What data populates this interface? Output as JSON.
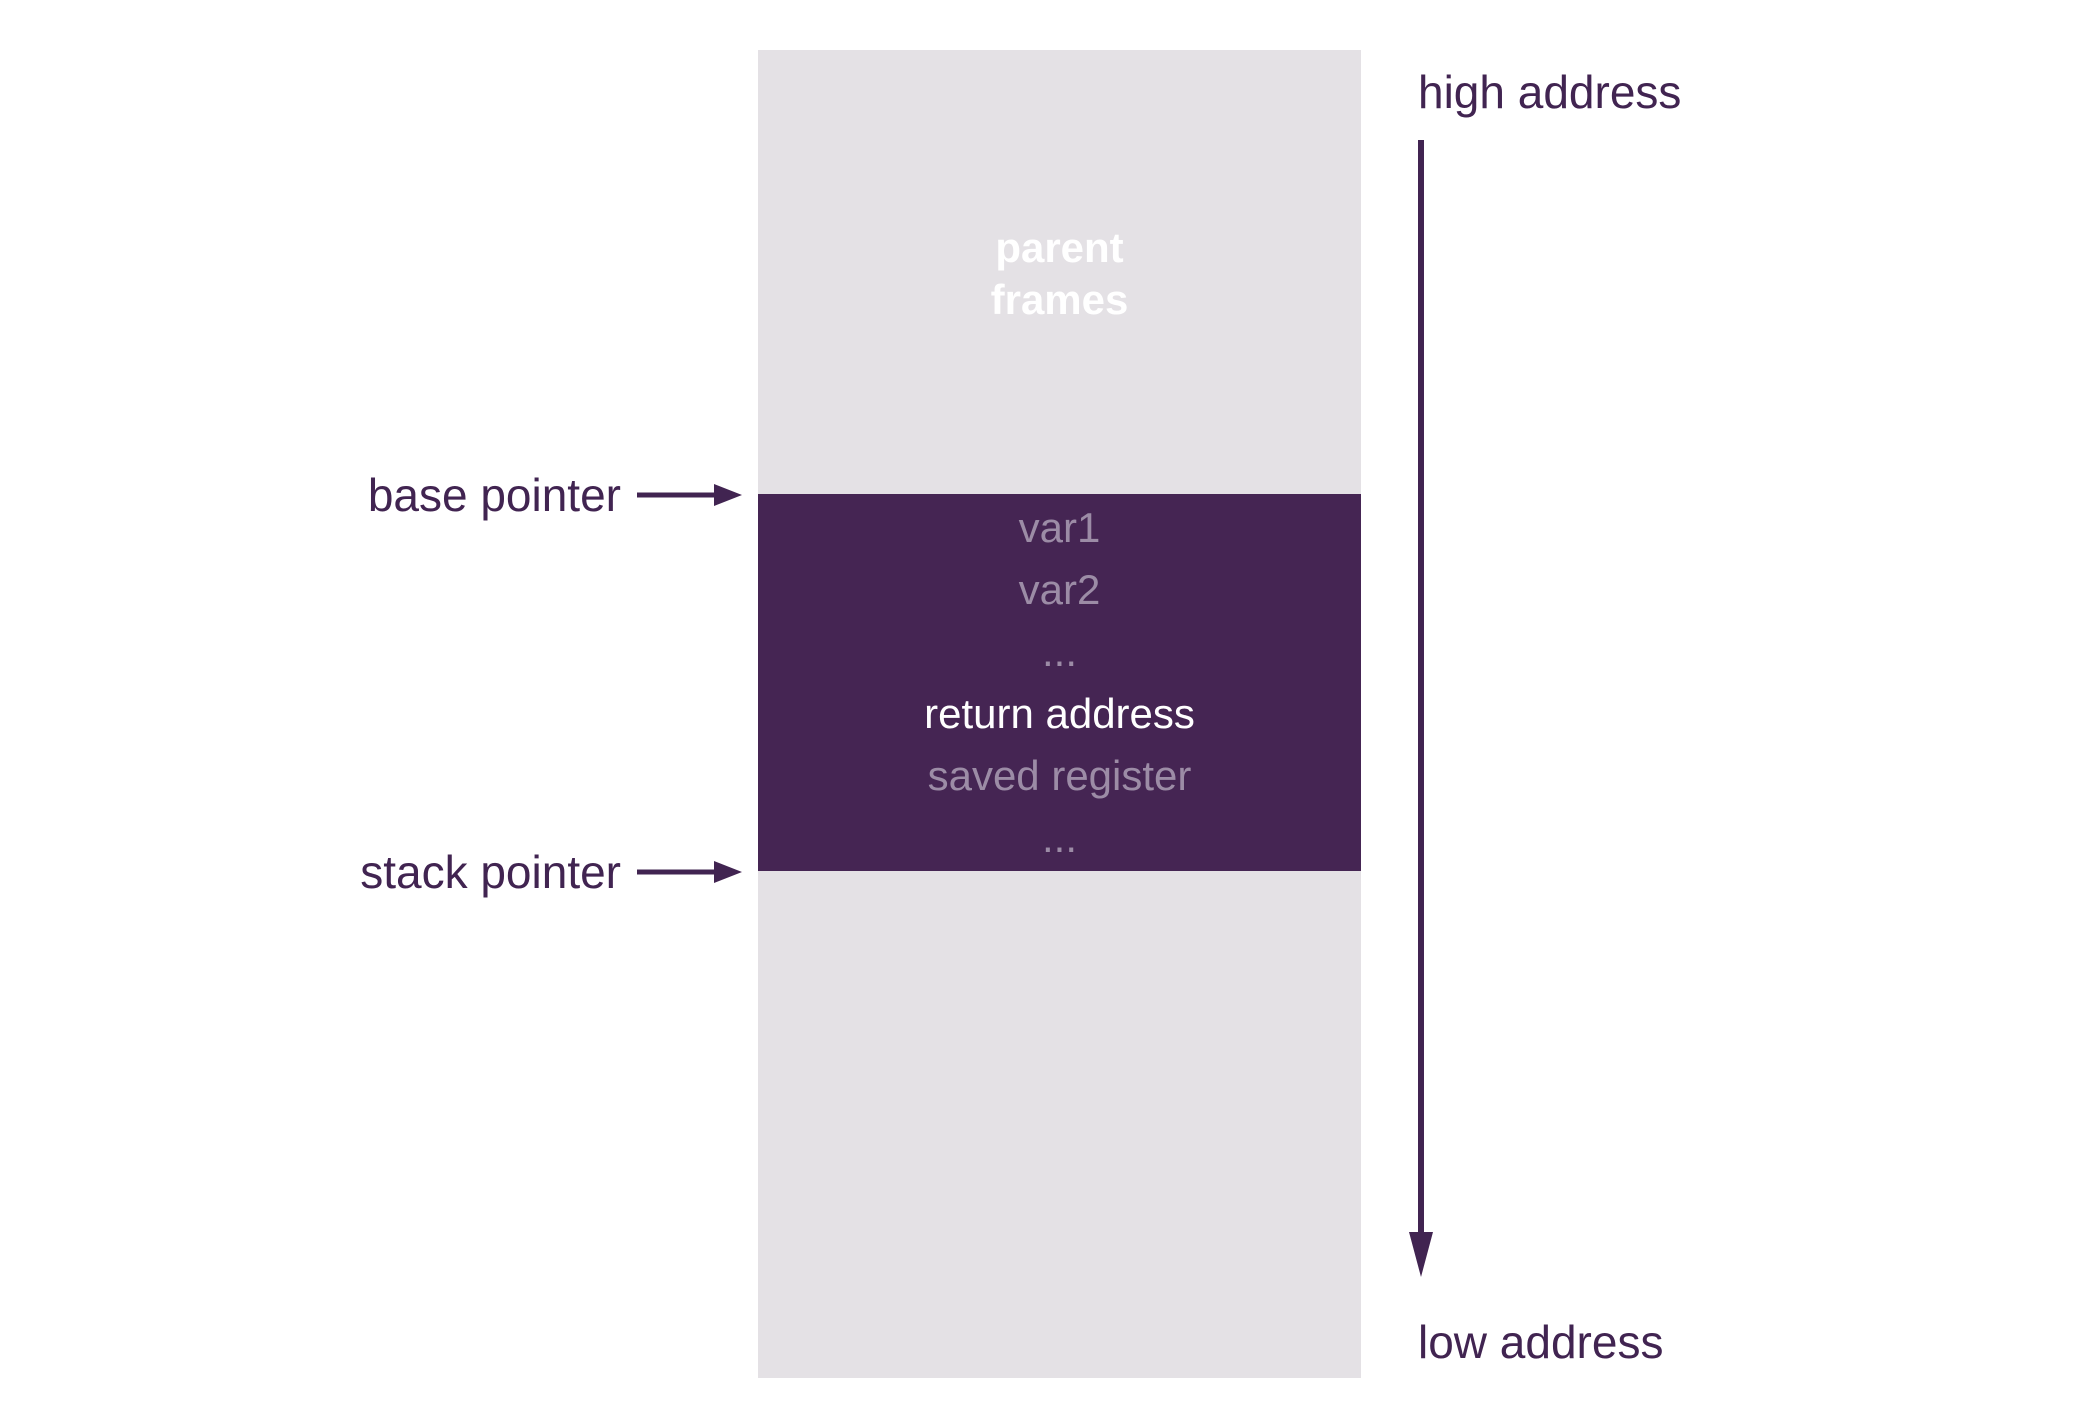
{
  "colors": {
    "bg": "#ffffff",
    "gray": "#e4e1e5",
    "purple": "#452553",
    "ink": "#412451",
    "muted": "#9c8ca6",
    "bright": "#ffffff"
  },
  "stack": {
    "parent_frames": {
      "line1": "parent",
      "line2": "frames"
    },
    "frame_rows": [
      {
        "text": "var1"
      },
      {
        "text": "var2"
      },
      {
        "text": "..."
      },
      {
        "text": "return address"
      },
      {
        "text": "saved register"
      },
      {
        "text": "..."
      }
    ]
  },
  "pointers": {
    "base": "base pointer",
    "stack": "stack pointer"
  },
  "addresses": {
    "high": "high address",
    "low": "low address"
  }
}
